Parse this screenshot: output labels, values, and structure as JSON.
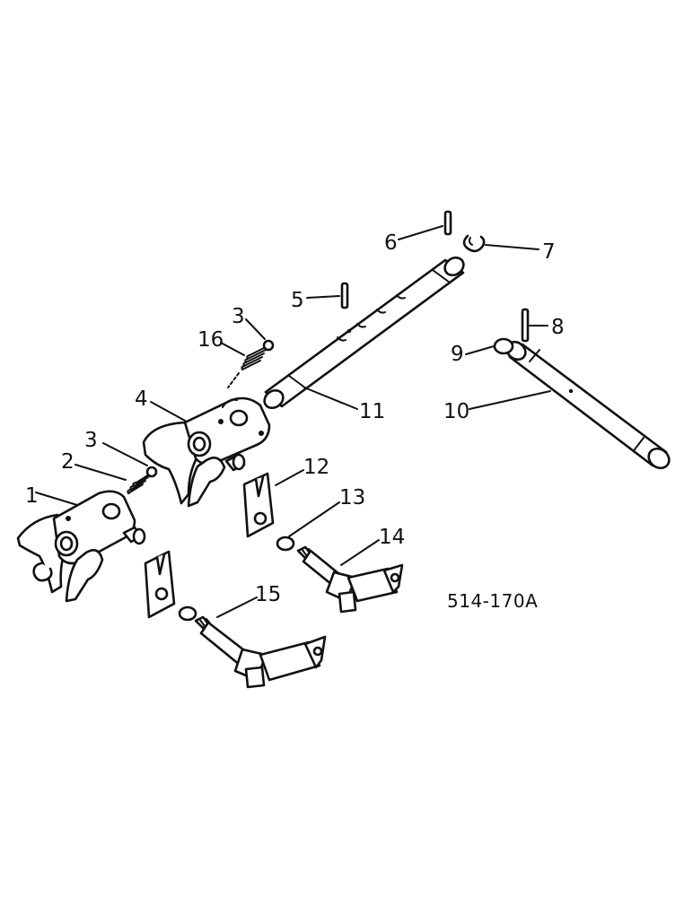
{
  "callouts": [
    "1",
    "2",
    "3",
    "3",
    "4",
    "5",
    "6",
    "7",
    "8",
    "9",
    "10",
    "11",
    "12",
    "13",
    "14",
    "15",
    "16"
  ],
  "drawing_reference": "514-170A"
}
